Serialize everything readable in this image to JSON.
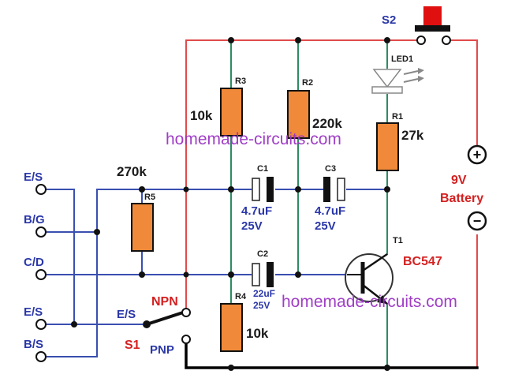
{
  "colors": {
    "wire_red": "#e14b4b",
    "wire_green": "#2e8b62",
    "wire_blue": "#3a4fb0",
    "wire_black": "#000000",
    "resistor_fill": "#f08a3a",
    "text_blue": "#2a37a8",
    "text_red": "#d42020",
    "watermark": "#9b34c4",
    "button_red": "#e01010"
  },
  "labels": {
    "s2": "S2",
    "led1": "LED1",
    "r1": "R1",
    "r1_value": "27k",
    "r2": "R2",
    "r2_value": "220k",
    "r3": "R3",
    "r3_value": "10k",
    "r4": "R4",
    "r4_value": "10k",
    "r5": "R5",
    "r5_value": "270k",
    "c1": "C1",
    "c1_value": "4.7uF",
    "c1_voltage": "25V",
    "c2": "C2",
    "c2_value": "22uF",
    "c2_voltage": "25V",
    "c3": "C3",
    "c3_value": "4.7uF",
    "c3_voltage": "25V",
    "t1": "T1",
    "t1_part": "BC547",
    "battery_voltage": "9V",
    "battery_label": "Battery",
    "plus_symbol": "+",
    "minus_symbol": "−",
    "s1": "S1",
    "npn": "NPN",
    "pnp": "PNP",
    "switch_common": "E/S",
    "terminals": [
      "E/S",
      "B/G",
      "C/D",
      "E/S",
      "B/S"
    ],
    "watermark": "homemade-circuits.com"
  }
}
